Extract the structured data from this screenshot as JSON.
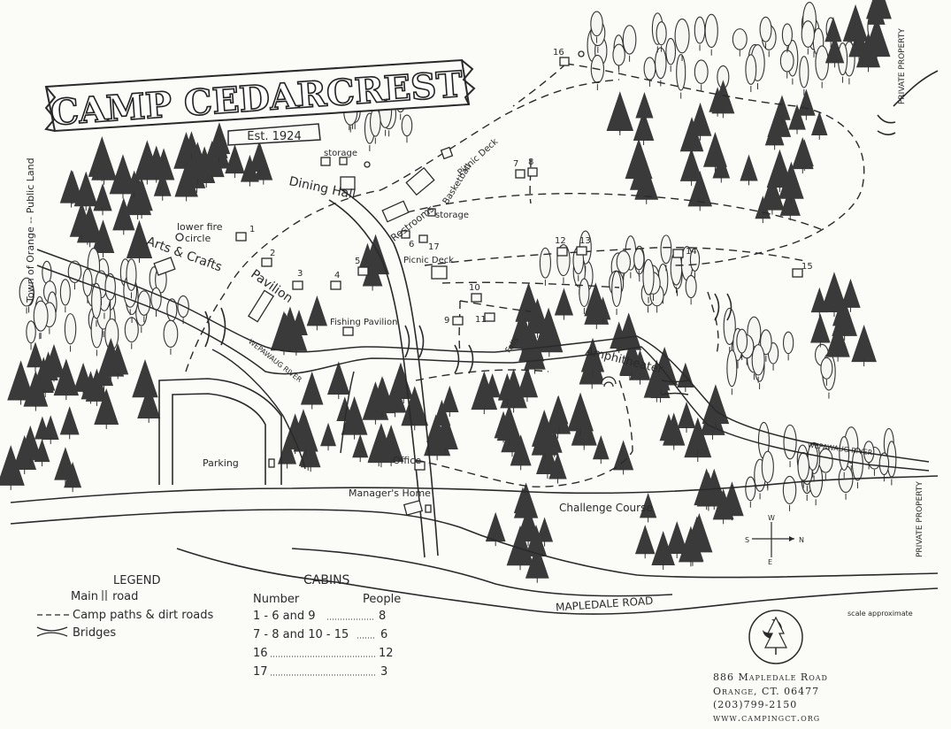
{
  "title": "CAMP CEDARCREST",
  "established": "Est. 1924",
  "labels": {
    "town_of_orange": "Town of Orange -- Public Land",
    "private_property": "PRIVATE PROPERTY",
    "lower_fire_circle_1": "lower fire",
    "lower_fire_circle_2": "circle",
    "arts_crafts": "Arts & Crafts",
    "pavilion": "Pavilion",
    "dining_hall": "Dining Hall",
    "storage": "storage",
    "restrooms": "Restrooms",
    "basketball": "Basketball",
    "picnic_deck": "Picnic Deck",
    "fishing_pavilion": "Fishing Pavilion",
    "amphitheater": "Amphitheater",
    "falls": "Falls",
    "office": "Office",
    "managers_home": "Manager's Home",
    "parking": "Parking",
    "challenge_course": "Challenge Course",
    "wepawaug_river": "WEPAWAUG RIVER",
    "mapledale_road": "MAPLEDALE ROAD",
    "scale": "scale approximate"
  },
  "cabin_numbers": [
    "1",
    "2",
    "3",
    "4",
    "5",
    "6",
    "17",
    "7",
    "8",
    "9",
    "10",
    "11",
    "12",
    "13",
    "14",
    "15",
    "16"
  ],
  "compass": {
    "n": "N",
    "s": "S",
    "e": "E",
    "w": "W"
  },
  "legend": {
    "heading": "LEGEND",
    "main_road": "Main road",
    "camp_paths": "Camp paths & dirt roads",
    "bridges": "Bridges"
  },
  "cabins": {
    "heading": "CABINS",
    "col_number": "Number",
    "col_people": "People",
    "rows": [
      {
        "number": "1 - 6 and 9",
        "people": "8"
      },
      {
        "number": "7 - 8 and 10 - 15",
        "people": "6"
      },
      {
        "number": "16",
        "people": "12"
      },
      {
        "number": "17",
        "people": "3"
      }
    ]
  },
  "address": {
    "line1": "886 Mapledale Road",
    "line2": "Orange, CT. 06477",
    "line3": "(203)799-2150",
    "line4": "www.campingct.org"
  }
}
